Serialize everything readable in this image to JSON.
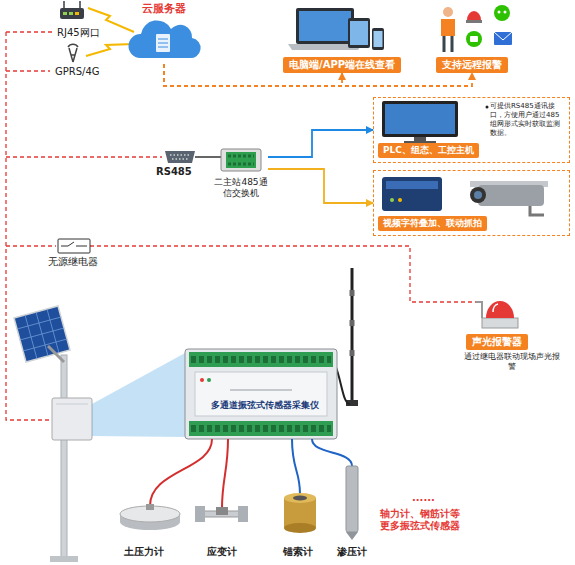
{
  "diagram": {
    "nodes": [
      {
        "text": [
          "云服务器"
        ]
      },
      {
        "text": [
          "电脑端/APP端在线查看"
        ]
      },
      {
        "text": [
          "支持远程报警"
        ]
      },
      {
        "text": [
          "二主站485通信交换机"
        ]
      },
      {
        "text": [
          "PLC、组态、工控主机",
          "可提供RS485通讯接口，方便用户通过485组网形式实时获取监测数据。"
        ]
      },
      {
        "text": [
          "视频字符叠加、联动抓拍"
        ]
      },
      {
        "text": [
          "声光报警器"
        ]
      },
      {
        "text": [
          "多通道振弦式传感器采集仪"
        ]
      }
    ],
    "edges": [
      {
        "from": 0,
        "to": 1,
        "arrow": "to"
      },
      {
        "from": 0,
        "to": 2,
        "arrow": "to"
      },
      {
        "from": 3,
        "to": 4,
        "arrow": "to"
      },
      {
        "from": 3,
        "to": 5,
        "arrow": "to"
      }
    ],
    "labels": [
      "RJ45网口",
      "GPRS/4G",
      "RS485",
      "无源继电器",
      "通过继电器联动现场声光报警",
      "土压力计",
      "应变计",
      "锚索计",
      "渗压计",
      "......",
      "轴力计、钢筋计等更多振弦式传感器"
    ]
  }
}
